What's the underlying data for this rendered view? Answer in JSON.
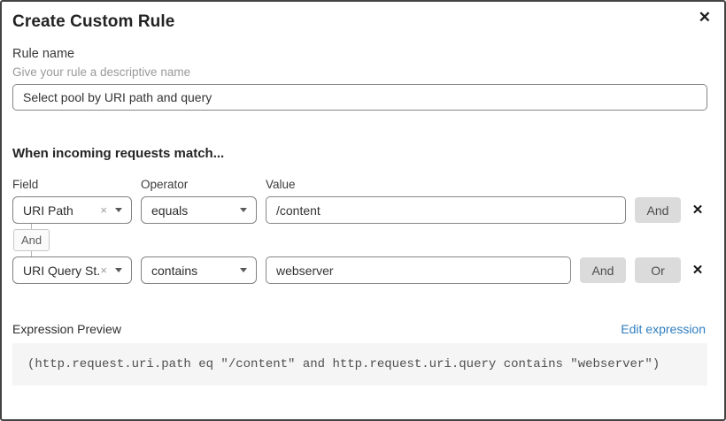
{
  "dialog": {
    "title": "Create Custom Rule",
    "close_icon": "✕"
  },
  "rule_name": {
    "label": "Rule name",
    "hint": "Give your rule a descriptive name",
    "value": "Select pool by URI path and query"
  },
  "match": {
    "heading": "When incoming requests match...",
    "columns": {
      "field": "Field",
      "operator": "Operator",
      "value": "Value"
    },
    "connector_label": "And",
    "clear_icon": "×",
    "remove_icon": "✕",
    "conditions": [
      {
        "field": "URI Path",
        "operator": "equals",
        "value": "/content",
        "buttons": {
          "and": "And"
        }
      },
      {
        "field": "URI Query St...",
        "operator": "contains",
        "value": "webserver",
        "buttons": {
          "and": "And",
          "or": "Or"
        }
      }
    ]
  },
  "expression": {
    "label": "Expression Preview",
    "edit_link": "Edit expression",
    "code": "(http.request.uri.path eq \"/content\" and http.request.uri.query contains \"webserver\")"
  },
  "colors": {
    "link_blue": "#2f7ebf",
    "button_gray": "#dbdbdb",
    "code_background": "#f5f5f5",
    "border_gray": "#868686"
  }
}
